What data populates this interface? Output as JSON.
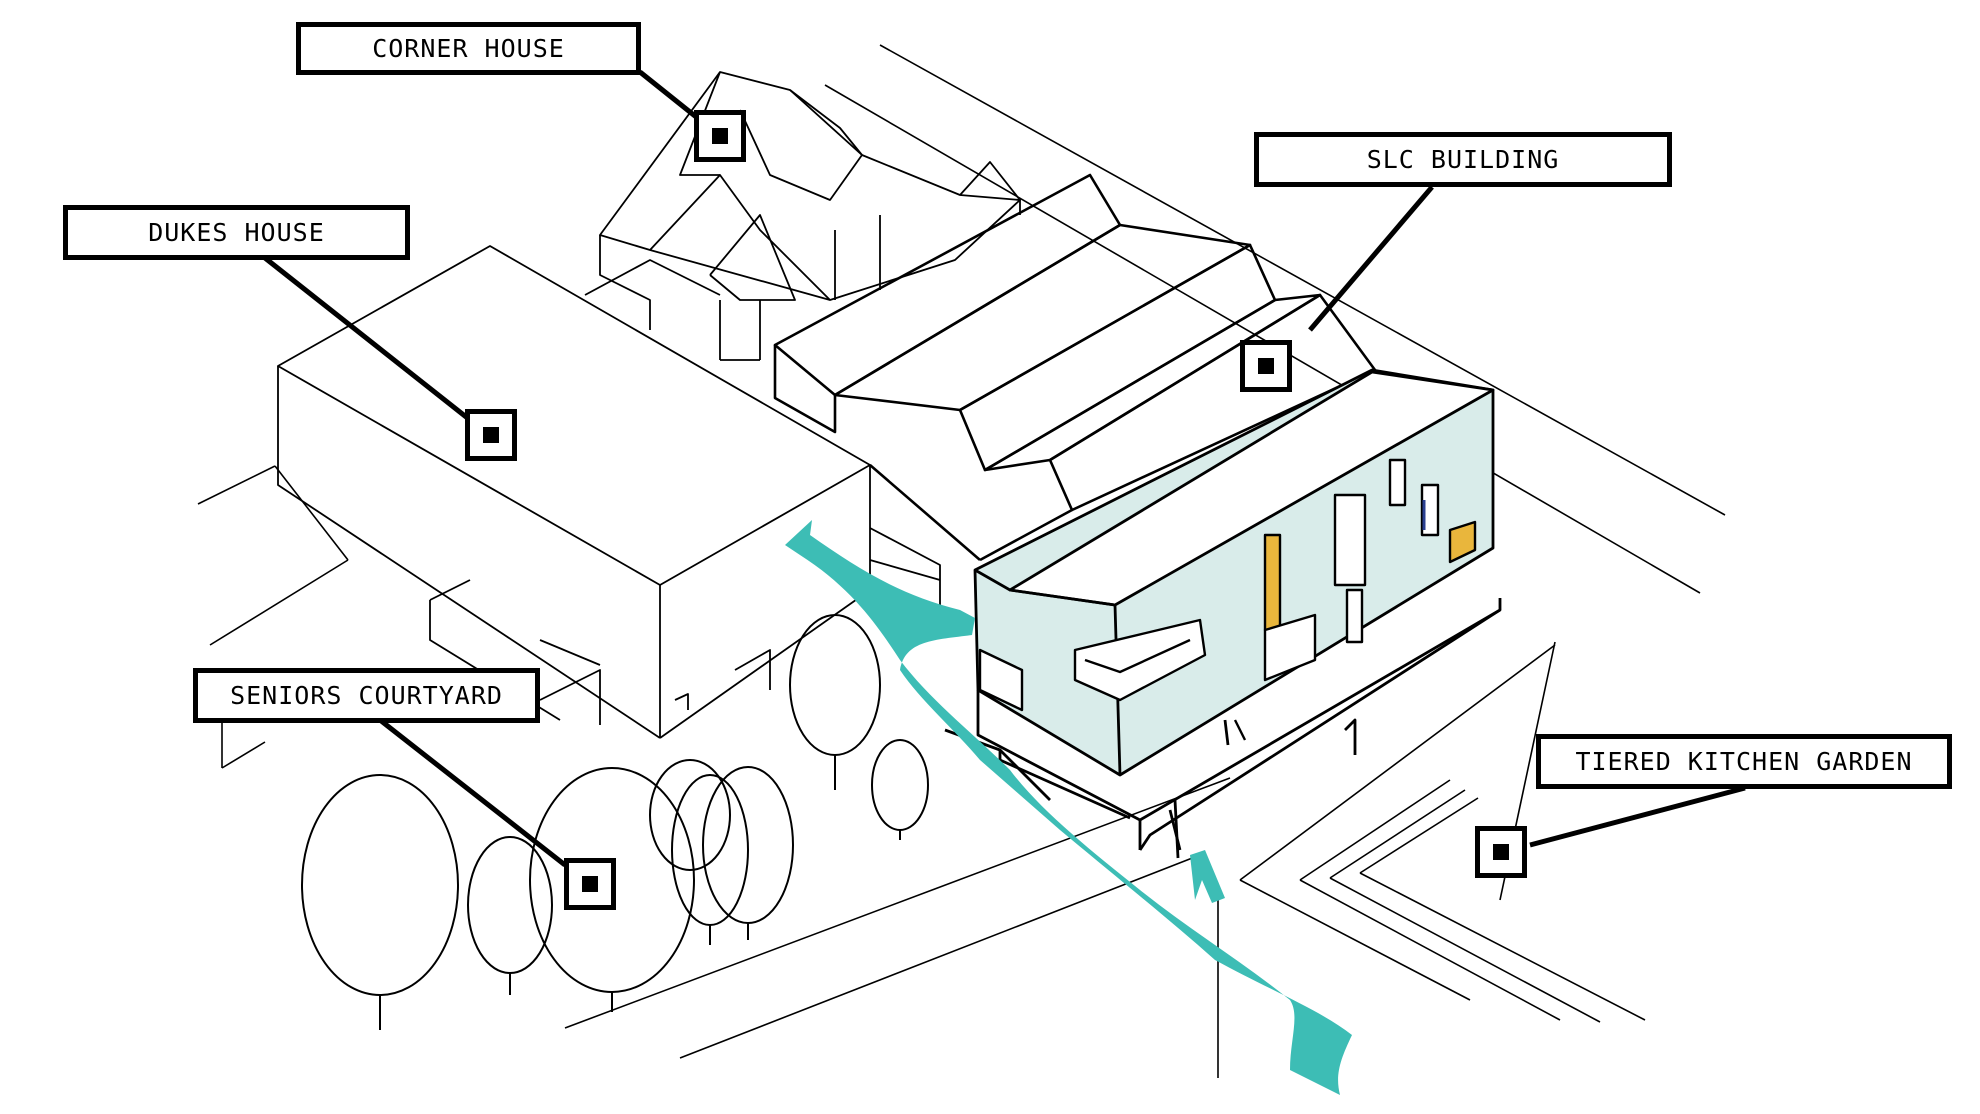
{
  "colors": {
    "line": "#000000",
    "building_fill": "#d9ecea",
    "arrow": "#3dbdb5",
    "window_yellow": "#e9b63c",
    "window_blue": "#2a3f8f"
  },
  "labels": {
    "corner_house": "CORNER HOUSE",
    "slc_building": "SLC BUILDING",
    "dukes_house": "DUKES HOUSE",
    "seniors_courtyard": "SENIORS COURTYARD",
    "tiered_kitchen_garden": "TIERED KITCHEN GARDEN"
  }
}
